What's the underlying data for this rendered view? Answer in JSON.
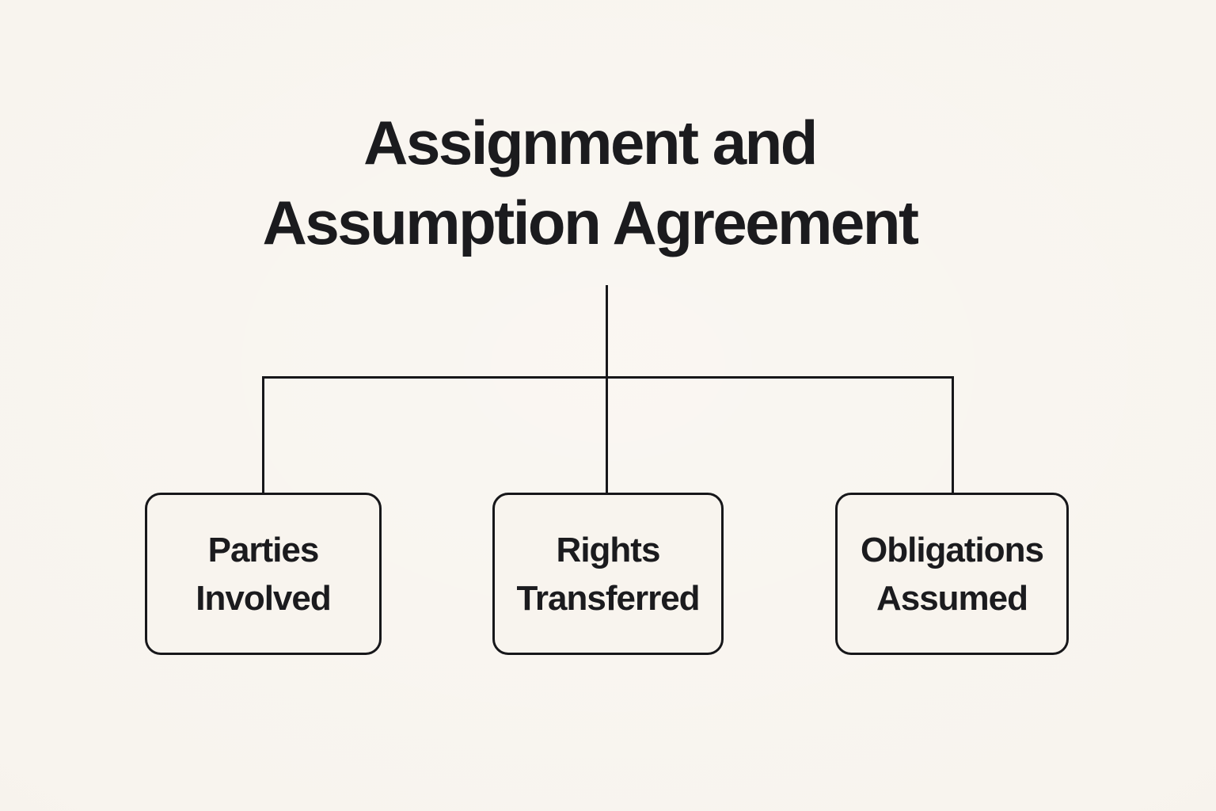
{
  "title": {
    "text": "Assignment and\nAssumption Agreement"
  },
  "diagram": {
    "type": "tree",
    "root": "Assignment and Assumption Agreement",
    "connector_style": "right-angle-elbow"
  },
  "nodes": [
    {
      "id": "parties-involved",
      "label": "Parties\nInvolved"
    },
    {
      "id": "rights-transferred",
      "label": "Rights\nTransferred"
    },
    {
      "id": "obligations-assumed",
      "label": "Obligations\nAssumed"
    }
  ],
  "colors": {
    "background": "#f8f4ee",
    "ink": "#1b1b1e",
    "line": "#17171a"
  }
}
